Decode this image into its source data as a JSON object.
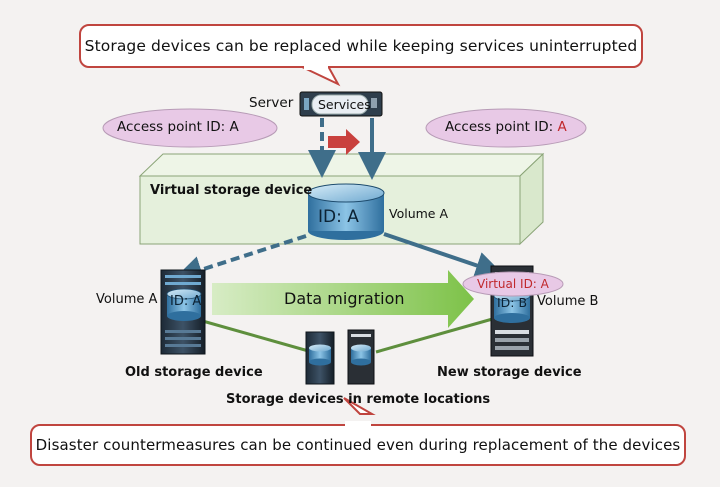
{
  "top_callout": "Storage devices can be replaced while keeping services uninterrupted",
  "bottom_callout": "Disaster countermeasures can be continued even during replacement of the devices",
  "server": {
    "label": "Server",
    "services": "Services"
  },
  "access_left": "Access point ID: A",
  "access_right_prefix": "Access point ID: ",
  "access_right_id": "A",
  "virtual_storage": {
    "label": "Virtual storage device",
    "volume_id": "ID: A",
    "volume_label": "Volume A"
  },
  "old_device": {
    "volume_id": "ID: A",
    "volume_label": "Volume A",
    "label": "Old storage device"
  },
  "new_device": {
    "virtual_id": "Virtual ID: A",
    "volume_id": "ID: B",
    "volume_label": "Volume B",
    "label": "New storage device"
  },
  "migration_label": "Data migration",
  "remote_label": "Storage devices in remote locations",
  "colors": {
    "callout_border": "#c0453f",
    "ellipse_fill": "#e8c9e6",
    "box_fill": "#e5f0dc",
    "arrow_blue": "#3f6e8a",
    "green_line": "#5e8f3d",
    "red_text": "#c0282c"
  }
}
